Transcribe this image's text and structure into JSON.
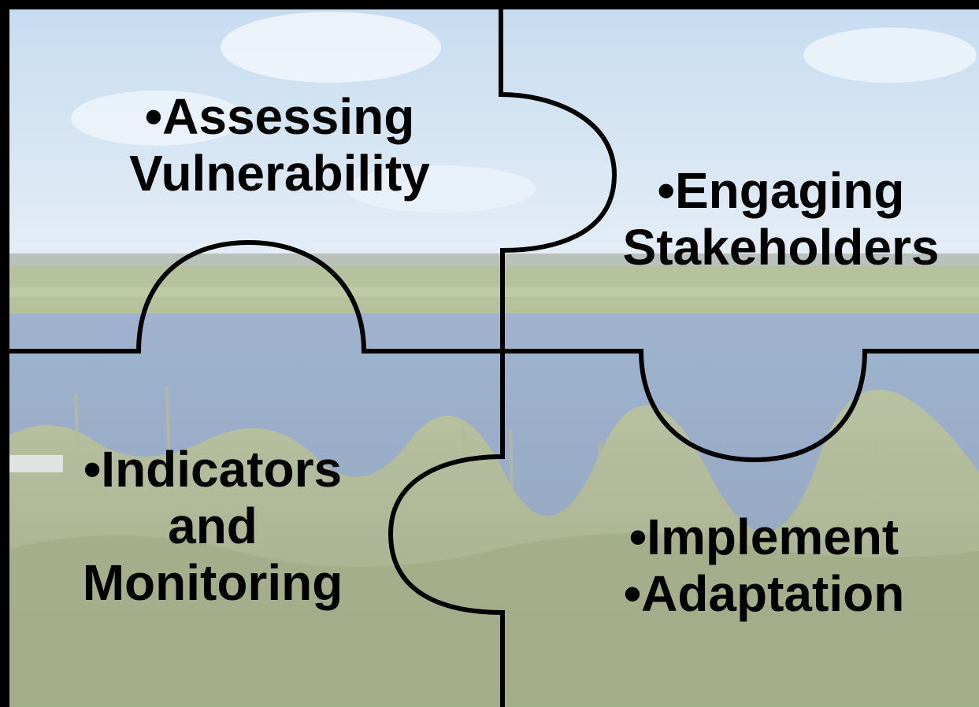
{
  "pieces": {
    "top_left": {
      "lines": [
        "•Assessing",
        "Vulnerability"
      ]
    },
    "top_right": {
      "lines": [
        "•Engaging",
        "Stakeholders"
      ]
    },
    "bottom_left": {
      "lines": [
        "•Indicators",
        "and",
        "Monitoring"
      ]
    },
    "bottom_right": {
      "lines": [
        "•Implement",
        "•Adaptation"
      ]
    }
  },
  "colors": {
    "outline": "#000000",
    "sky": "#cfe3f4",
    "water": "#6f8fb4",
    "marsh": "#9aa979",
    "reeds": "#8c9b6a"
  },
  "background": "coastal marsh and bay photograph"
}
